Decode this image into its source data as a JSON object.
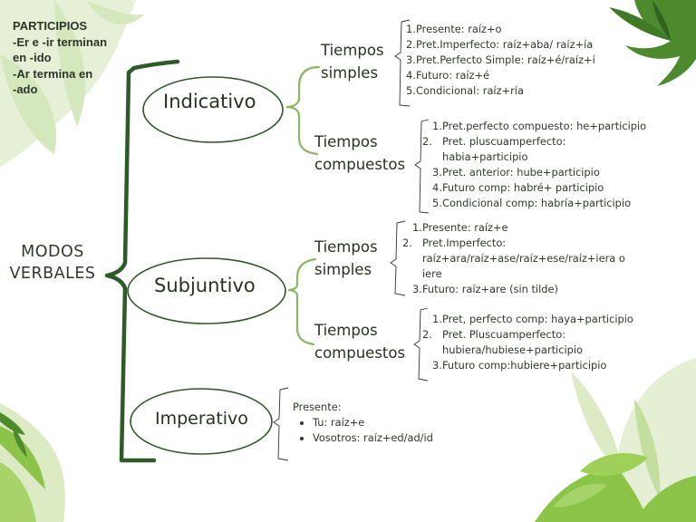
{
  "note": {
    "lines": [
      "PARTICIPIOS",
      "-Er e -ir terminan",
      "en -ido",
      "-Ar termina en",
      "-ado"
    ]
  },
  "title": {
    "line1": "MODOS",
    "line2": "VERBALES"
  },
  "modes": {
    "indicativo": {
      "label": "Indicativo",
      "simples": {
        "line1": "Tiempos",
        "line2": "simples",
        "items": [
          {
            "num": "1.",
            "text": "Presente: raíz+o"
          },
          {
            "num": "2.",
            "text": "Pret.Imperfecto: raíz+aba/ raíz+ía"
          },
          {
            "num": "3.",
            "text": "Pret.Perfecto Simple: raíz+é/raíz+í"
          },
          {
            "num": "4.",
            "text": "Futuro: raíz+é"
          },
          {
            "num": "5.",
            "text": "Condicional: raíz+ría"
          }
        ]
      },
      "compuestos": {
        "line1": "Tiempos",
        "line2": "compuestos",
        "items": [
          {
            "num": "1.",
            "text": "Pret.perfecto compuesto: he+participio"
          },
          {
            "num": "2.",
            "text": "Pret. pluscuamperfecto: habia+participio"
          },
          {
            "num": "3.",
            "text": "Pret. anterior: hube+participio"
          },
          {
            "num": "4.",
            "text": "Futuro comp: habré+ participio"
          },
          {
            "num": "5.",
            "text": "Condicional comp: habría+participio"
          }
        ]
      }
    },
    "subjuntivo": {
      "label": "Subjuntivo",
      "simples": {
        "line1": "Tiempos",
        "line2": "simples",
        "items": [
          {
            "num": "1.",
            "text": "Presente: raíz+e"
          },
          {
            "num": "2.",
            "text": "Pret.Imperfecto: raíz+ara/raíz+ase/raíz+ese/raíz+iera o iere"
          },
          {
            "num": "3.",
            "text": "Futuro: raíz+are (sin tilde)"
          }
        ]
      },
      "compuestos": {
        "line1": "Tiempos",
        "line2": "compuestos",
        "items": [
          {
            "num": "1.",
            "text": "Pret, perfecto comp: haya+participio"
          },
          {
            "num": "2.",
            "text": "Pret. Pluscuamperfecto: hubiera/hubiese+participio"
          },
          {
            "num": "3.",
            "text": "Futuro comp:hubiere+participio"
          }
        ]
      }
    },
    "imperativo": {
      "label": "Imperativo",
      "heading": "Presente:",
      "items": [
        "Tu: raíz+e",
        "Vosotros: raíz+ed/ad/id"
      ]
    }
  },
  "colors": {
    "bracket_dark": "#2d5a27",
    "bracket_light": "#8bb560",
    "leaf_light": "#dcebc4",
    "leaf_mid": "#8cc44a",
    "leaf_dark": "#4d8a2e"
  }
}
